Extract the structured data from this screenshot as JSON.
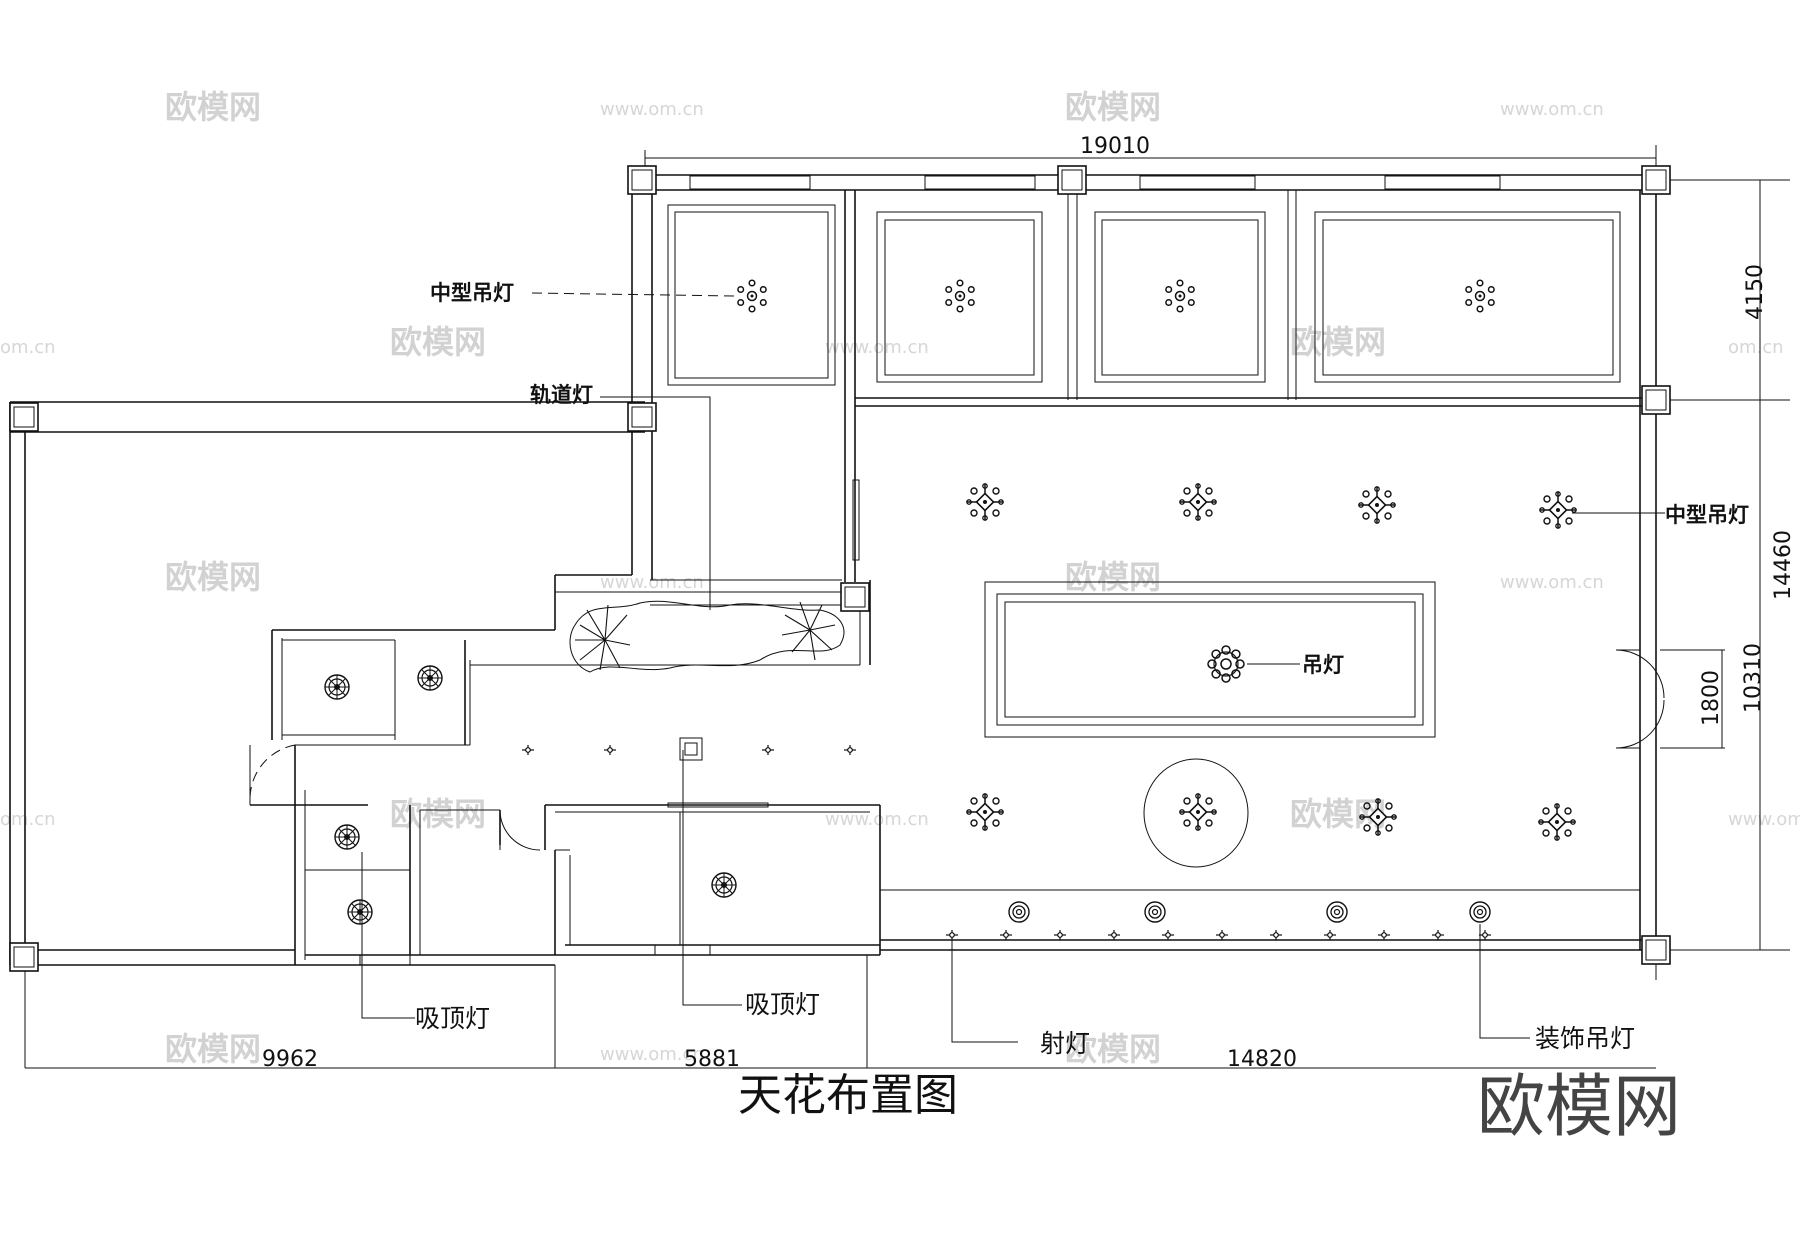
{
  "title": "天花布置图",
  "brand": "欧模网",
  "watermark": {
    "brand": "欧模网",
    "url": "www.om.cn",
    "short_url": "om.cn"
  },
  "dimensions": {
    "top_total": "19010",
    "right_top": "4150",
    "right_total": "14460",
    "right_lower": "10310",
    "door_width": "1800",
    "bottom_left": "9962",
    "bottom_mid": "5881",
    "bottom_right": "14820"
  },
  "labels": {
    "pendant_medium_left": "中型吊灯",
    "pendant_medium_right": "中型吊灯",
    "track_light": "轨道灯",
    "pendant": "吊灯",
    "ceiling_light_left": "吸顶灯",
    "ceiling_light_mid": "吸顶灯",
    "spotlight": "射灯",
    "decor_pendant": "装饰吊灯"
  }
}
